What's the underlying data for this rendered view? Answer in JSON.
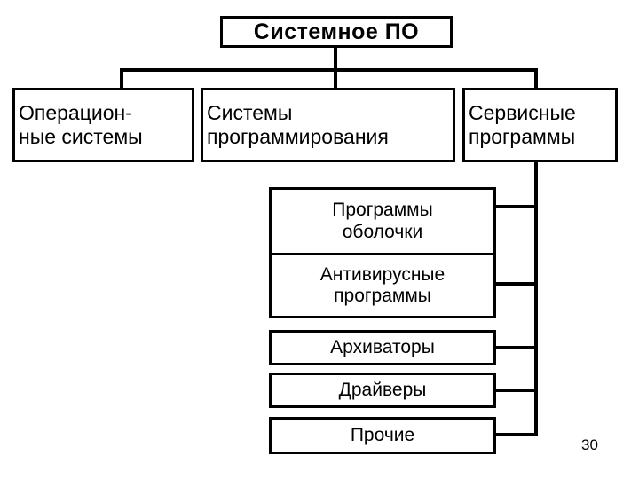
{
  "slide": {
    "page_number": "30",
    "background_color": "#ffffff",
    "line_color": "#000000",
    "text_color": "#000000"
  },
  "diagram": {
    "type": "hierarchy-tree",
    "root": {
      "label": "Системное ПО"
    },
    "level2": [
      {
        "label": "Операцион-\nные системы"
      },
      {
        "label": "Системы\nпрограммирования"
      },
      {
        "label": "Сервисные\nпрограммы"
      }
    ],
    "level3_parent": "Сервисные программы",
    "level3": [
      {
        "label": "Программы\nоболочки"
      },
      {
        "label": "Антивирусные\nпрограммы"
      },
      {
        "label": "Архиваторы"
      },
      {
        "label": "Драйверы"
      },
      {
        "label": "Прочие"
      }
    ]
  }
}
